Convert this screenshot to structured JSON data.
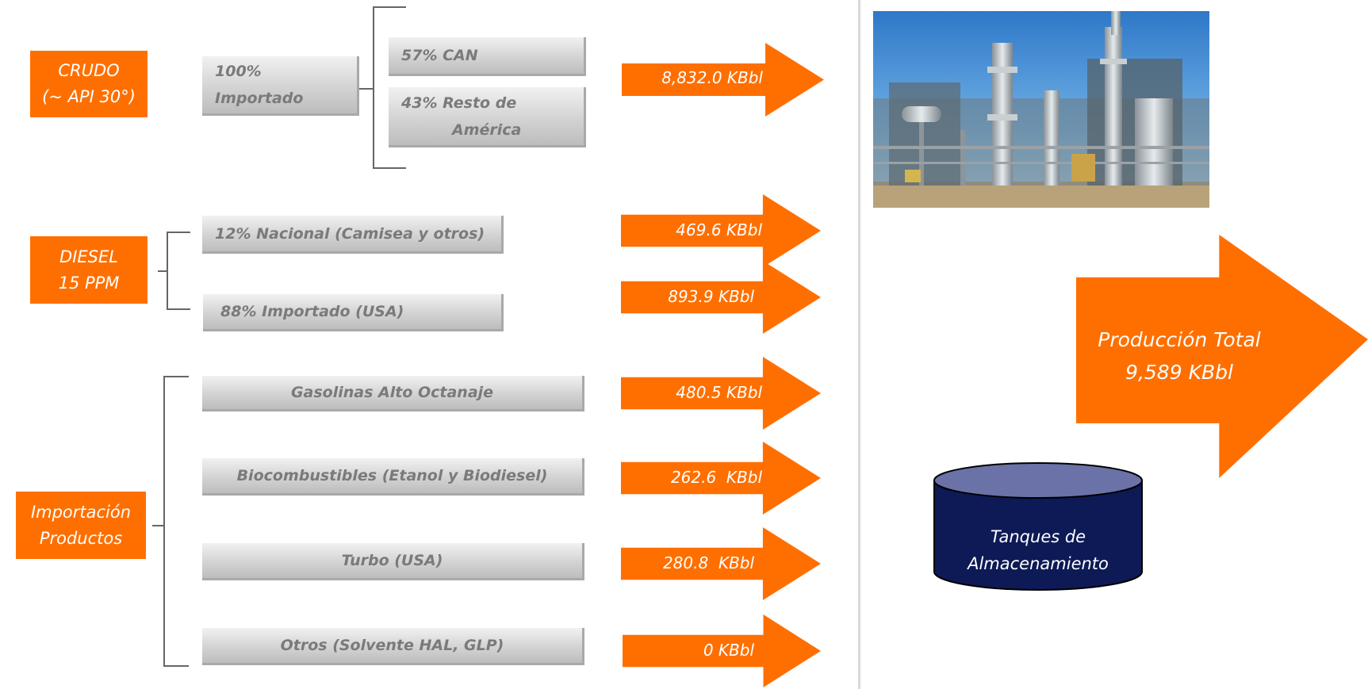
{
  "sources": {
    "crudo": [
      "CRUDO",
      "(~ API 30°)"
    ],
    "diesel": [
      "DIESEL",
      "15 PPM"
    ],
    "importacion": [
      "Importación",
      "Productos"
    ]
  },
  "crudo_detail": {
    "origin": [
      "100%",
      "Importado"
    ],
    "can": "57%  CAN",
    "resto": [
      "43%  Resto de",
      "América"
    ]
  },
  "diesel_detail": {
    "nacional": "12% Nacional (Camisea y otros)",
    "importado": "88% Importado (USA)"
  },
  "productos": {
    "gasolinas": "Gasolinas Alto Octanaje",
    "bio": "Biocombustibles (Etanol y Biodiesel)",
    "turbo": "Turbo (USA)",
    "otros": "Otros (Solvente HAL, GLP)"
  },
  "volumes": {
    "crudo": "8,832.0 KBbl",
    "diesel_nacional": "469.6 KBbl",
    "diesel_importado": "893.9 KBbl",
    "gasolinas": "480.5 KBbl",
    "bio": "262.6  KBbl",
    "turbo": "280.8  KBbl",
    "otros": "0 KBbl"
  },
  "production": [
    "Producción Total",
    "9,589 KBbl"
  ],
  "tank": [
    "Tanques de",
    "Almacenamiento"
  ],
  "colors": {
    "accent": "#ff6f00",
    "tank": "#0d1a56",
    "box": "#d3d3d3"
  }
}
